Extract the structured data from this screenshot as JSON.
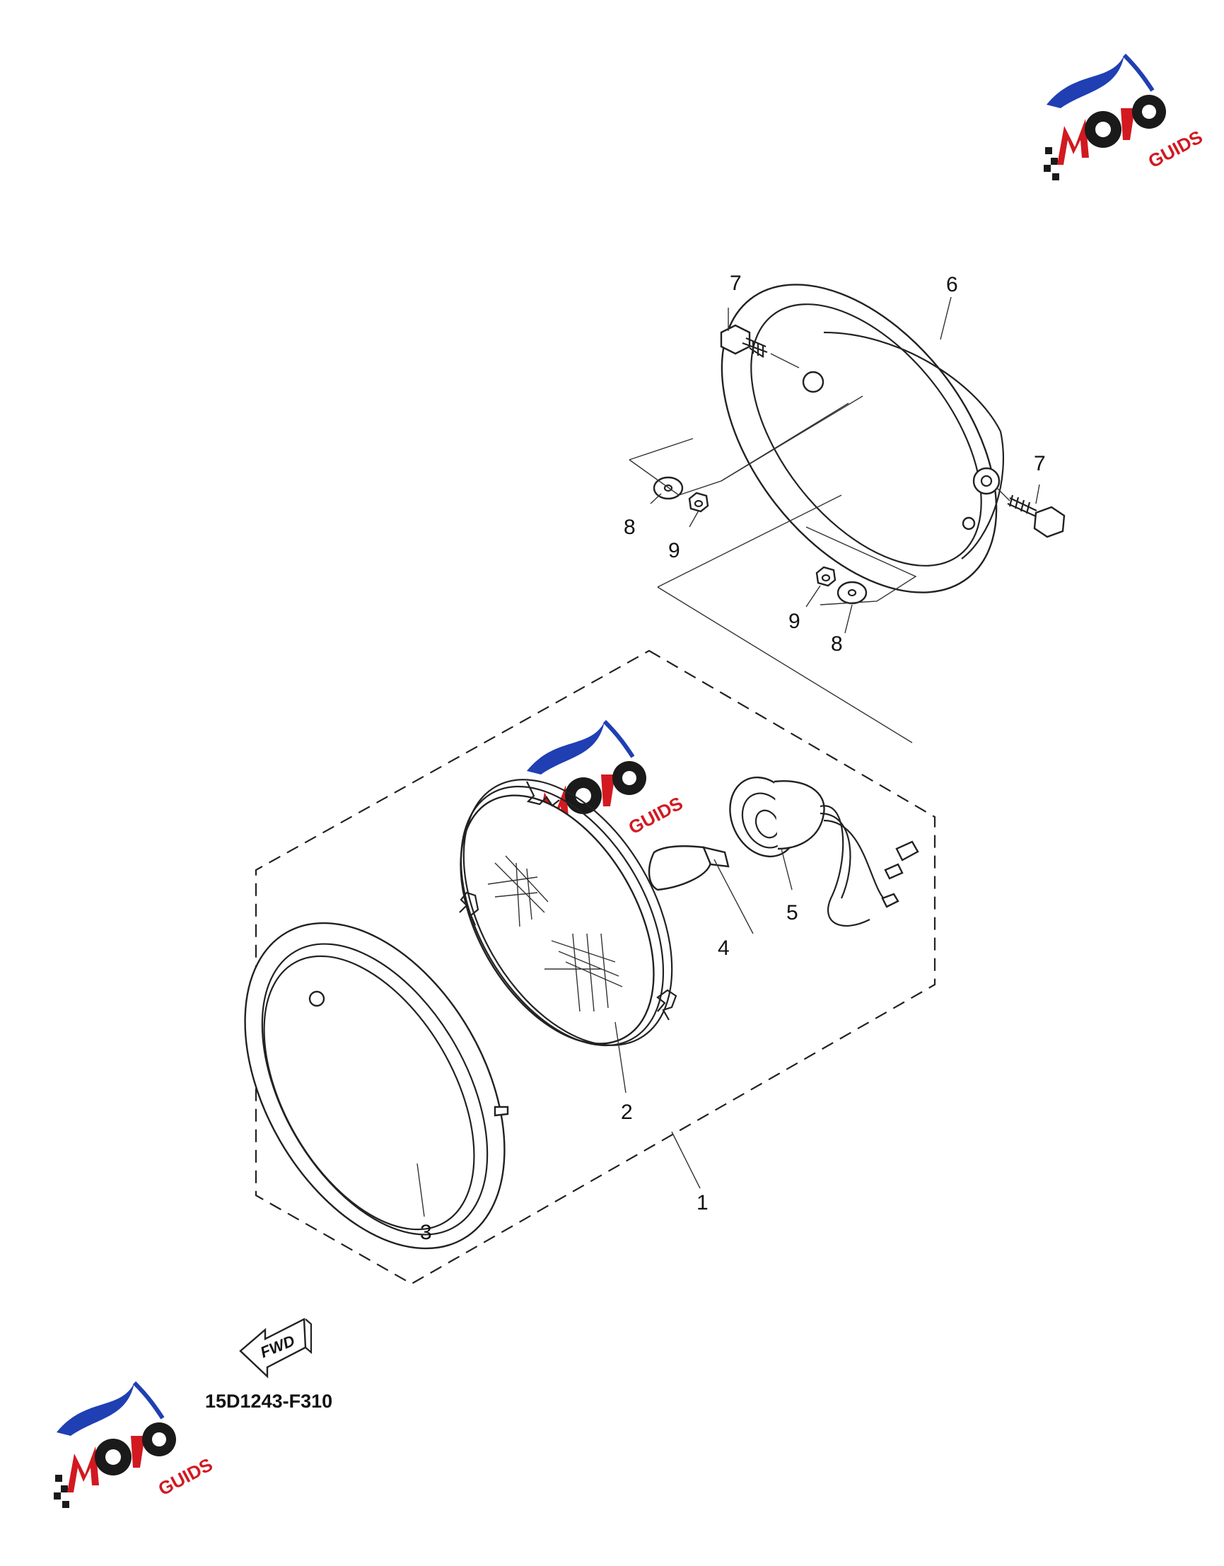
{
  "diagram": {
    "drawing_code": "15D1243-F310",
    "fwd_arrow_label": "FWD",
    "callouts": [
      "1",
      "2",
      "3",
      "4",
      "5",
      "6",
      "7",
      "8",
      "9"
    ]
  },
  "watermark": {
    "logo_letters": "MOTO",
    "logo_suffix": "GUIDS",
    "colors": {
      "blue": "#1f3fb3",
      "red": "#d21920",
      "black": "#1a1a1a"
    }
  }
}
